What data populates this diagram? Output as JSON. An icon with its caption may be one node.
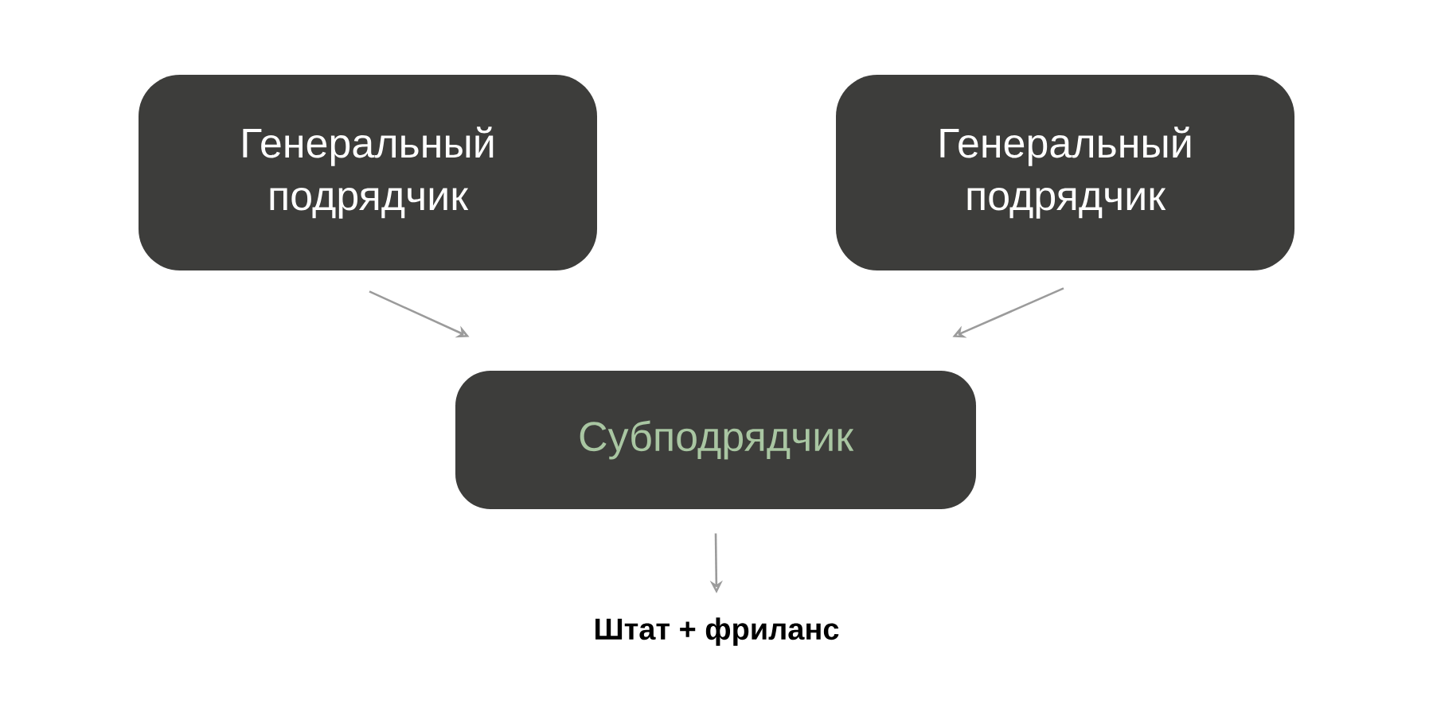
{
  "diagram": {
    "nodes": [
      {
        "text": [
          "Генеральный подрядчик"
        ]
      },
      {
        "text": [
          "Генеральный подрядчик"
        ]
      },
      {
        "text": [
          "Субподрядчик"
        ]
      },
      {
        "text": [
          "Штат + фриланс"
        ]
      }
    ],
    "edges": [
      {
        "from": 0,
        "to": 2,
        "arrow": "to"
      },
      {
        "from": 1,
        "to": 2,
        "arrow": "to"
      },
      {
        "from": 2,
        "to": 3,
        "arrow": "to"
      }
    ]
  }
}
